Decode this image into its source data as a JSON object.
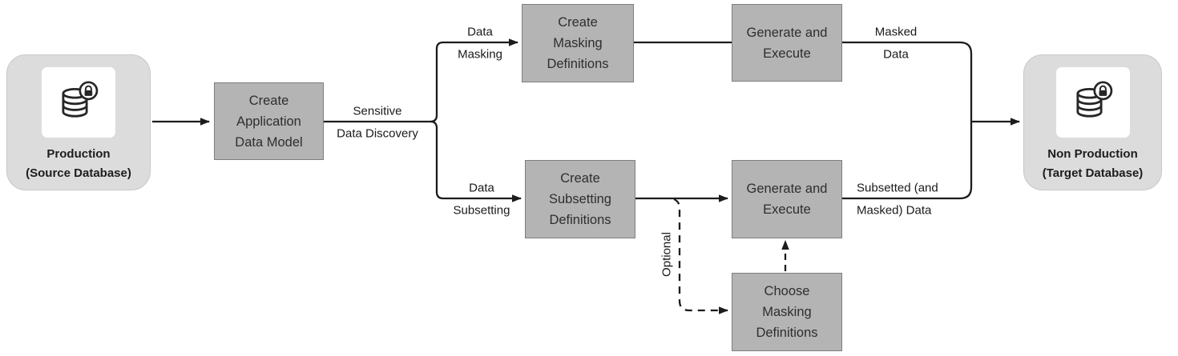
{
  "colors": {
    "line": "#1c1c1c",
    "box_fill": "#b4b4b4",
    "box_border": "#7e7e7e",
    "node_fill": "#dcdcdc",
    "node_border": "#c8c8c8"
  },
  "nodes": {
    "production": {
      "title": "Production",
      "subtitle": "(Source Database)"
    },
    "non_production": {
      "title": "Non Production",
      "subtitle": "(Target Database)"
    }
  },
  "boxes": {
    "create_application_data_model": "Create\nApplication\nData Model",
    "create_masking_definitions": "Create\nMasking\nDefinitions",
    "generate_execute_masking": "Generate and\nExecute",
    "create_subsetting_definitions": "Create\nSubsetting\nDefinitions",
    "generate_execute_subsetting": "Generate and\nExecute",
    "choose_masking_definitions": "Choose\nMasking\nDefinitions"
  },
  "edge_labels": {
    "sensitive_data_discovery": {
      "line1": "Sensitive",
      "line2": "Data Discovery"
    },
    "data_masking": {
      "line1": "Data",
      "line2": "Masking"
    },
    "data_subsetting": {
      "line1": "Data",
      "line2": "Subsetting"
    },
    "masked_data": {
      "line1": "Masked",
      "line2": "Data"
    },
    "subsetted_masked_data": {
      "line1": "Subsetted (and",
      "line2": "Masked) Data"
    },
    "optional": "Optional"
  }
}
